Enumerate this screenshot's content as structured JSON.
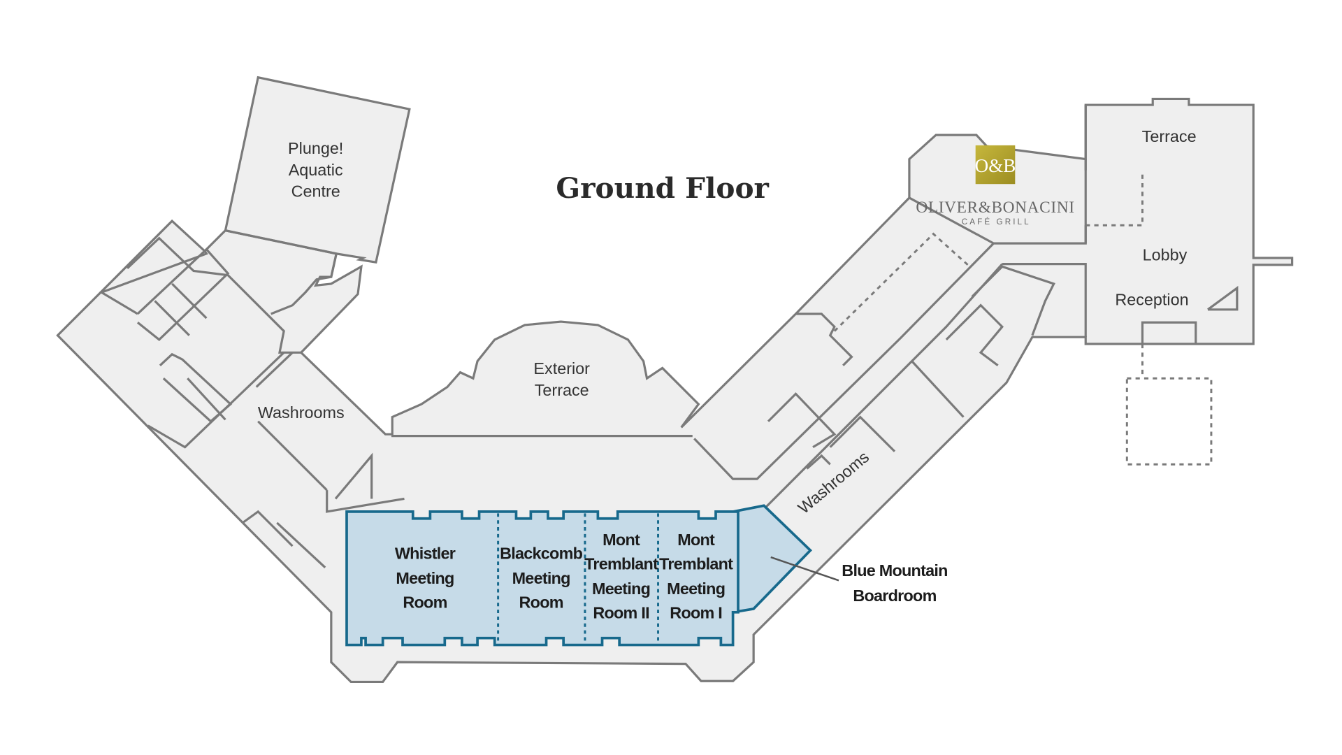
{
  "title": "Ground Floor",
  "colors": {
    "floor_fill": "#efefef",
    "wall_stroke": "#7a7a7a",
    "meeting_room_fill": "#c6dbe8",
    "meeting_room_stroke": "#17698c",
    "logo_gold": "#b3a430"
  },
  "brand": {
    "logo_text": "O&B",
    "name": "OLIVER&BONACINI",
    "subtitle": "CAFÉ GRILL"
  },
  "areas": {
    "plunge": [
      "Plunge!",
      "Aquatic",
      "Centre"
    ],
    "washrooms_west": "Washrooms",
    "exterior_terrace": [
      "Exterior",
      "Terrace"
    ],
    "terrace": "Terrace",
    "lobby": "Lobby",
    "reception": "Reception",
    "washrooms_east": "Washrooms"
  },
  "meeting_rooms": {
    "whistler": [
      "Whistler",
      "Meeting",
      "Room"
    ],
    "blackcomb": [
      "Blackcomb",
      "Meeting",
      "Room"
    ],
    "mont_tremblant_2": [
      "Mont",
      "Tremblant",
      "Meeting",
      "Room II"
    ],
    "mont_tremblant_1": [
      "Mont",
      "Tremblant",
      "Meeting",
      "Room I"
    ],
    "blue_mountain": [
      "Blue Mountain",
      "Boardroom"
    ]
  }
}
